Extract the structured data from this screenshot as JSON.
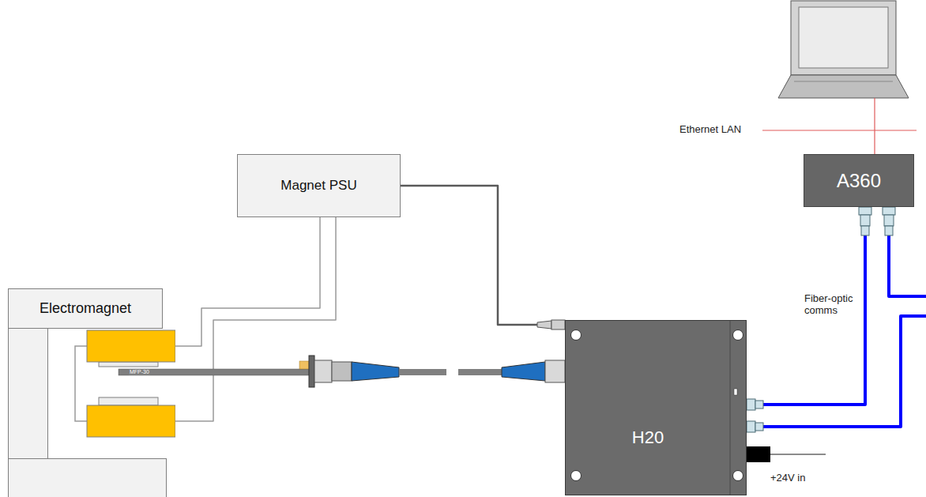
{
  "diagram": {
    "nodes": [
      {
        "text": [
          "A360"
        ]
      },
      {
        "text": [
          "Magnet PSU"
        ]
      },
      {
        "text": [
          "Electromagnet"
        ]
      },
      {
        "text": [
          "H20"
        ]
      }
    ],
    "edges": [
      {
        "from": 1,
        "to": 2,
        "arrow": "none"
      },
      {
        "from": 1,
        "to": 2,
        "arrow": "none"
      },
      {
        "from": 1,
        "to": 3,
        "arrow": "none"
      },
      {
        "from": 3,
        "to": 0,
        "arrow": "none"
      },
      {
        "from": 3,
        "to": 0,
        "arrow": "none"
      }
    ],
    "labels": [
      "Ethernet LAN",
      "Fiber-optic comms",
      "MFP-30",
      "+24V in"
    ]
  }
}
